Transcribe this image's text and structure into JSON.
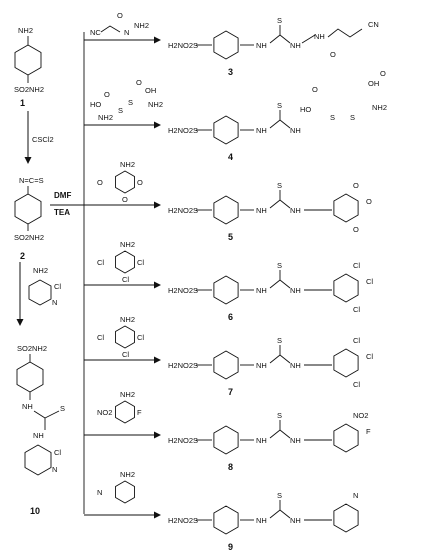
{
  "scheme": {
    "start": {
      "nh2": "NH2",
      "so2nh2": "SO2NH2",
      "number": "1"
    },
    "reagent_step1": "CSCl2",
    "isothiocyanate": {
      "ncs": "N=C=S",
      "so2nh2": "SO2NH2",
      "number": "2"
    },
    "conditions": [
      "DMF",
      "TEA"
    ],
    "compound_10": {
      "so2nh2": "SO2NH2",
      "nh": "NH",
      "s": "S",
      "number": "10",
      "reagent": {
        "nh2": "NH2",
        "cl": "Cl",
        "n": "N"
      }
    },
    "branches": [
      {
        "reagent_text": [
          "NC",
          "N",
          "NH2",
          "O"
        ],
        "product_text": [
          "H2NO2S",
          "NH",
          "S",
          "NH",
          "NH",
          "O",
          "CN"
        ],
        "number": "3"
      },
      {
        "reagent_text": [
          "HO",
          "O",
          "NH2",
          "S",
          "S",
          "OH",
          "NH2",
          "O"
        ],
        "product_text": [
          "H2NO2S",
          "NH",
          "S",
          "NH",
          "HO",
          "O",
          "S",
          "S",
          "OH",
          "O",
          "NH2"
        ],
        "number": "4"
      },
      {
        "reagent_text": [
          "NH2",
          "O",
          "O",
          "O"
        ],
        "product_text": [
          "H2NO2S",
          "NH",
          "S",
          "NH",
          "O",
          "O",
          "O"
        ],
        "number": "5"
      },
      {
        "reagent_text": [
          "NH2",
          "Cl",
          "Cl",
          "Cl"
        ],
        "product_text": [
          "H2NO2S",
          "NH",
          "S",
          "NH",
          "Cl",
          "Cl",
          "Cl"
        ],
        "number": "6"
      },
      {
        "reagent_text": [
          "NH2",
          "Cl",
          "Cl",
          "Cl"
        ],
        "product_text": [
          "H2NO2S",
          "NH",
          "S",
          "NH",
          "Cl",
          "Cl",
          "Cl"
        ],
        "number": "7"
      },
      {
        "reagent_text": [
          "NH2",
          "NO2",
          "F"
        ],
        "product_text": [
          "H2NO2S",
          "NH",
          "S",
          "NH",
          "NO2",
          "F"
        ],
        "number": "8"
      },
      {
        "reagent_text": [
          "NH2",
          "N"
        ],
        "product_text": [
          "H2NO2S",
          "NH",
          "S",
          "NH",
          "N"
        ],
        "number": "9"
      }
    ]
  }
}
